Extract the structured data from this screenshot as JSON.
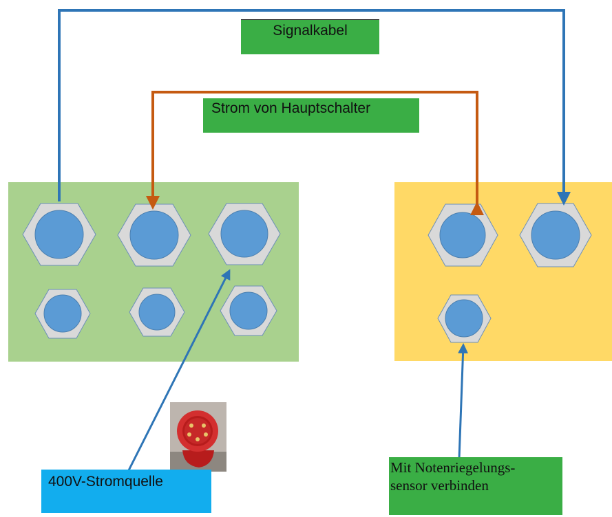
{
  "labels": {
    "signal_cable": "Signalkabel",
    "power_from_main_switch": "Strom von Hauptschalter",
    "power_source": "400V-Stromquelle",
    "sensor_line1": "Mit Notenriegelungs-",
    "sensor_line2": "sensor verbinden"
  },
  "colors": {
    "left_panel": "#a9d18e",
    "right_panel": "#ffd966",
    "signal_arrow": "#2e75b6",
    "power_arrow": "#c55a11",
    "label_green": "#3aae45",
    "label_blue": "#12adee",
    "gland_hex": "#d9d9d9",
    "gland_port": "#5b9bd5",
    "plug_red": "#d32f2f"
  },
  "icons": {
    "plug_photo": "red-cee-400v-plug-icon"
  }
}
